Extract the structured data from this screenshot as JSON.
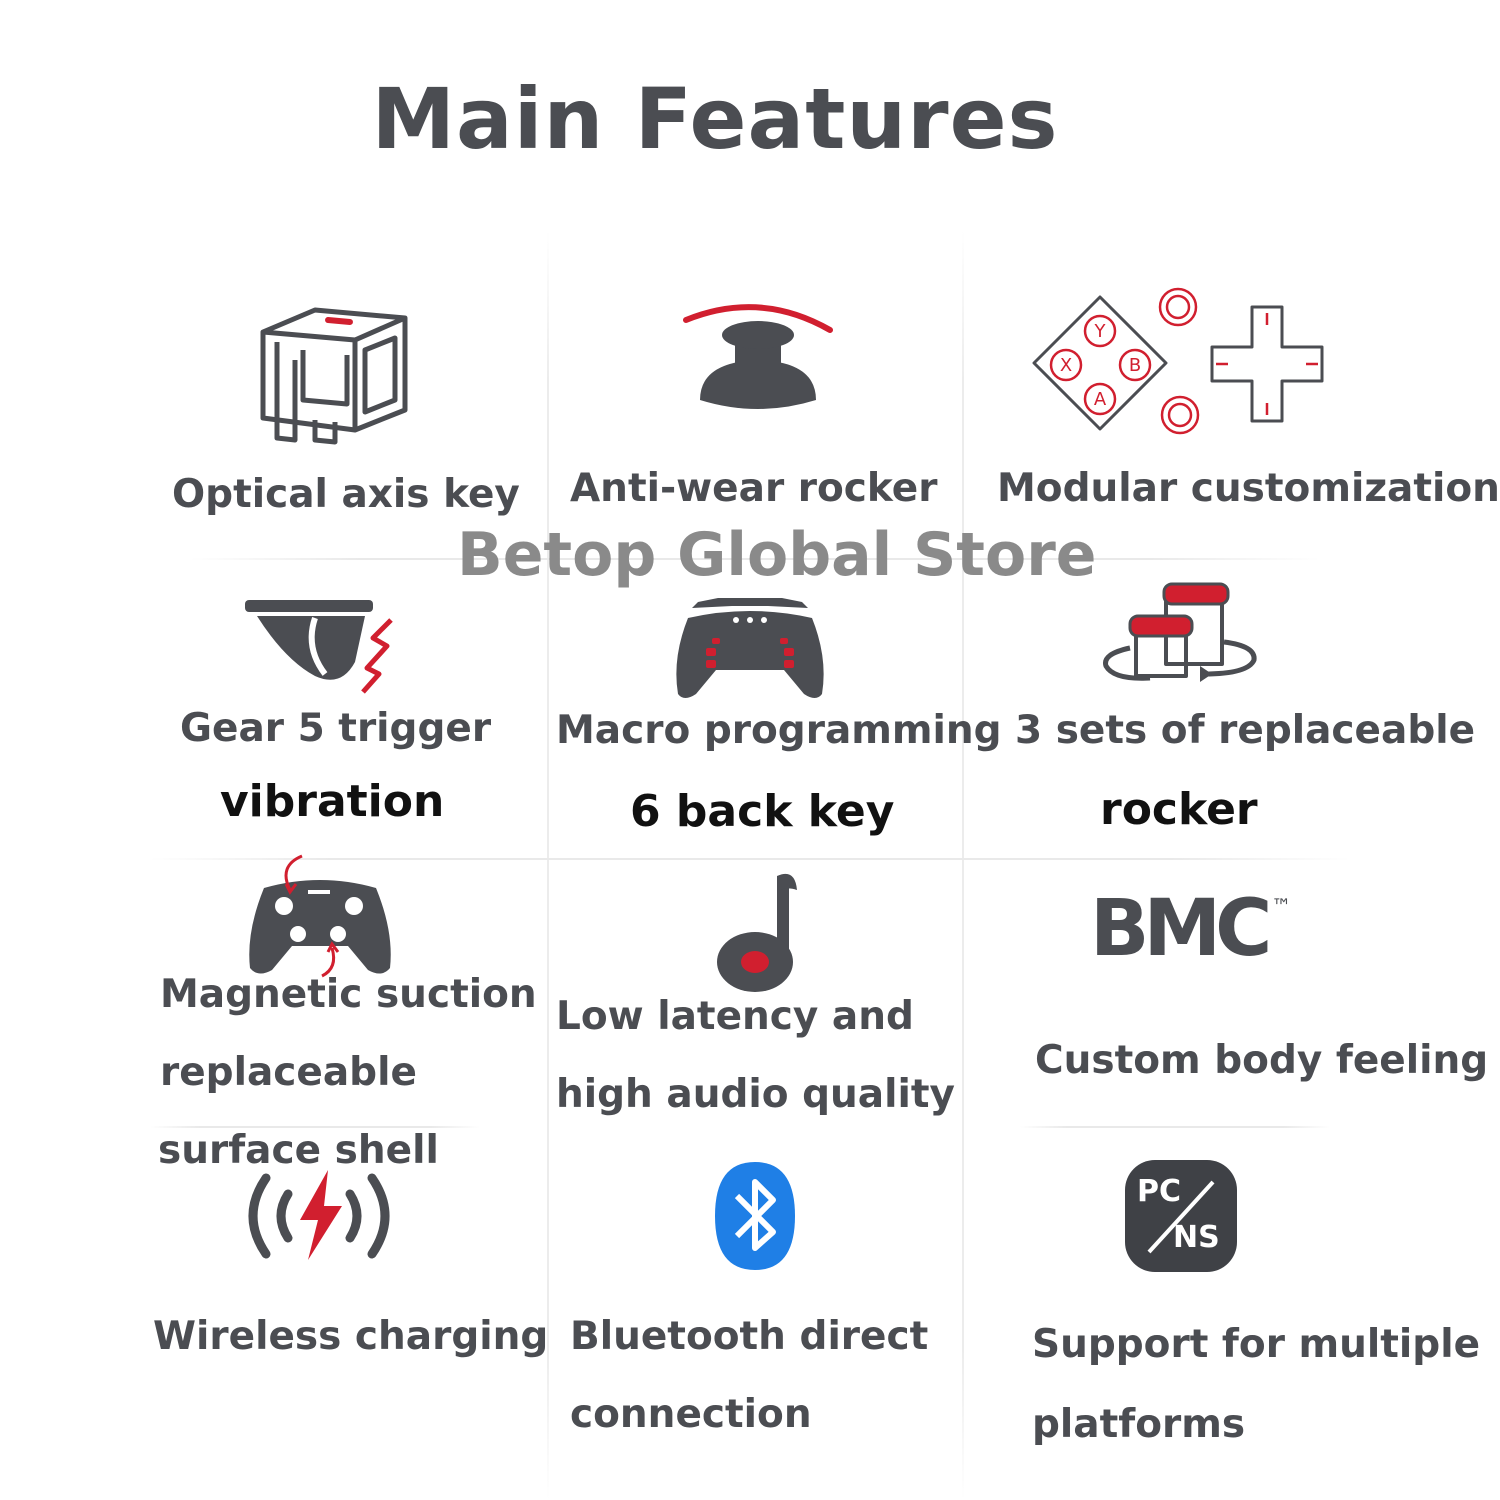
{
  "title": "Main Features",
  "watermark": "Betop Global Store",
  "colors": {
    "icon_gray": "#4b4d52",
    "accent_red": "#d11f2f",
    "bluetooth_blue": "#1f7fe6"
  },
  "features": [
    {
      "icon": "optical-switch-icon",
      "lines": [
        "Optical axis key"
      ]
    },
    {
      "icon": "joystick-icon",
      "lines": [
        "Anti-wear rocker"
      ]
    },
    {
      "icon": "button-dpad-module-icon",
      "lines": [
        "Modular customization"
      ],
      "button_letters": [
        "Y",
        "X",
        "B",
        "A"
      ]
    },
    {
      "icon": "trigger-vibration-icon",
      "lines": [
        "Gear 5 trigger"
      ],
      "extra": "vibration"
    },
    {
      "icon": "controller-back-keys-icon",
      "lines": [
        "Macro programming"
      ],
      "extra": "6 back key"
    },
    {
      "icon": "rocker-caps-swap-icon",
      "lines": [
        "3 sets of replaceable"
      ],
      "extra": "rocker"
    },
    {
      "icon": "controller-shell-swap-icon",
      "lines": [
        "Magnetic suction",
        "replaceable",
        "surface shell"
      ]
    },
    {
      "icon": "music-note-icon",
      "lines": [
        "Low latency and",
        "high audio quality"
      ]
    },
    {
      "icon": "bmc-logo-icon",
      "lines": [
        "Custom body feeling"
      ],
      "logo_text": "BMC",
      "logo_mark": "™"
    },
    {
      "icon": "wireless-charging-icon",
      "lines": [
        "Wireless charging"
      ]
    },
    {
      "icon": "bluetooth-icon",
      "lines": [
        "Bluetooth direct",
        "connection"
      ]
    },
    {
      "icon": "pc-ns-platform-icon",
      "lines": [
        "Support for multiple",
        "platforms"
      ],
      "badge_top": "PC",
      "badge_bottom": "NS"
    }
  ]
}
